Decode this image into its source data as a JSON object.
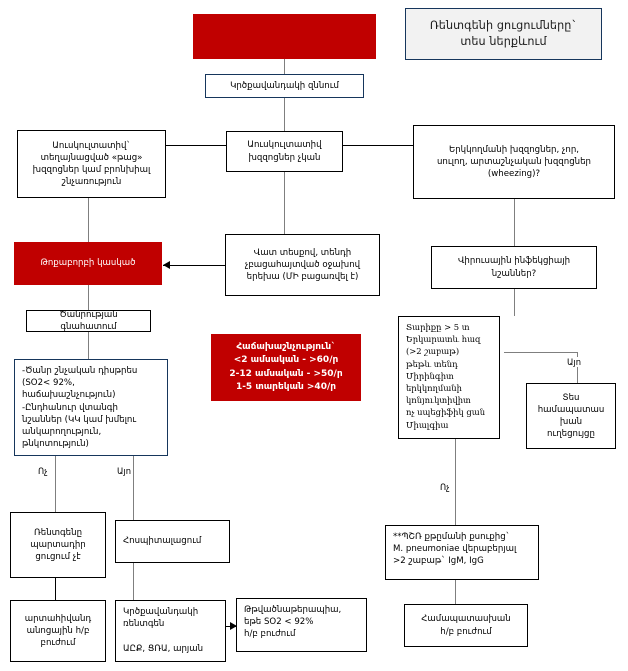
{
  "diagram": {
    "title_box": {
      "text": "Ռենտգենի ցուցումները`\nտես ներքևում"
    },
    "nodes": {
      "top_red_banner": "",
      "chest_exam": "Կրծքավանդակի զննում",
      "auscultative_localized": "Աուսկուլտատիվ`\nտեղայնացված «թաց»\nխզզոցներ կամ բրոնխիալ\nշնչառություն",
      "auscultative_none": "Աուսկուլտատիվ\nխզզոցներ չկան",
      "bilateral_signs": "Երկկողմանի խզզոցներ, չոր,\nսուլող, արտաշնչական խզզոցներ\n(wheezing)?",
      "bad_condition": "Վատ տեսքով, տենդի\nչբացահայտված օջախով\nերեխա (ՄԻ բացառվել է)",
      "pneumonia_suspicion": "Թոքաբորբի կասկած",
      "viral_infection": "Վիրուսային ինֆեկցիայի\nնշաններ?",
      "severity_assessment": "Ծանրության գնահատում",
      "severity_criteria": "-Ծանր շնչական դիսթրես\n(SO2< 92%,\nհաճախաշնչություն)\n-Ընդհանուր վտանգի\nնշաններ (ԿԿ կամ խմելու\nանկարողություն,\nթնկոտություն)",
      "tachypnea_info": "Հաճախաշնչություն`\n<2 ամսական - >60/ր\n2-12 ամսական - >50/ր\n1-5 տարեկան >40/ր",
      "age_criteria": "Տարիքը > 5 տ\nԵրկարատև հազ\n(>2 շաբաթ)\nթեթև տենդ\nՄիրինգիտ\nերկկողմանի\nկոնյուկտիվիտ\nոչ սպեցիֆիկ ցան\nՄիալգիա",
      "see_respective_section": "Տես\nհամապատաս\nխան\nուղեցույցը",
      "xray_not_mandatory": "Ռենտգենը\nպարտադիր\nցուցում չէ",
      "hospitalization": "Հոսպիտալացում",
      "outpatient_treatment": "արտահիվանդ\nանոցային h/բ\nբուժում",
      "chest_xray_labs": "Կրծքավանդակի\nռենտգեն\n\nԱԸՔ, ՑՌԱ, արյան",
      "oxygen_therapy": "Թթվածնաթերապիա,\nեթե SO2 < 92%\nh/բ բուժում",
      "pcr_test": "**ՊՇՌ քթըմանի քսուքից`\nM. pneumoniae վերաբերյալ\n>2 շաբաթ` IgM, IgG",
      "corresponding_treatment": "Համապատասխան\nh/բ բուժում"
    },
    "edge_labels": {
      "no_left": "Ոչ",
      "yes_left": "Այո",
      "yes_right": "Այո",
      "no_right": "Ոչ"
    },
    "colors": {
      "red": "#C00000",
      "navy": "#16365C",
      "title_bg": "#F2F2F2",
      "connector_gray": "#7F7F7F",
      "connector_black": "#000000"
    }
  }
}
